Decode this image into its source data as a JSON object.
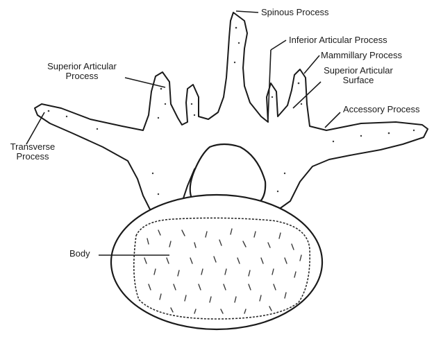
{
  "diagram": {
    "labels": {
      "spinous_process": "Spinous Process",
      "inferior_articular_process": "Inferior Articular Process",
      "mammillary_process": "Mammillary Process",
      "superior_articular_surface": "Superior Articular Surface",
      "accessory_process": "Accessory Process",
      "superior_articular_process": "Superior Articular Process",
      "transverse_process": "Transverse Process",
      "body": "Body"
    },
    "colors": {
      "outline": "#1a1a1a",
      "bone_fill": "#ffffff",
      "stipple": "#3a3a3a",
      "background": "#ffffff"
    }
  }
}
